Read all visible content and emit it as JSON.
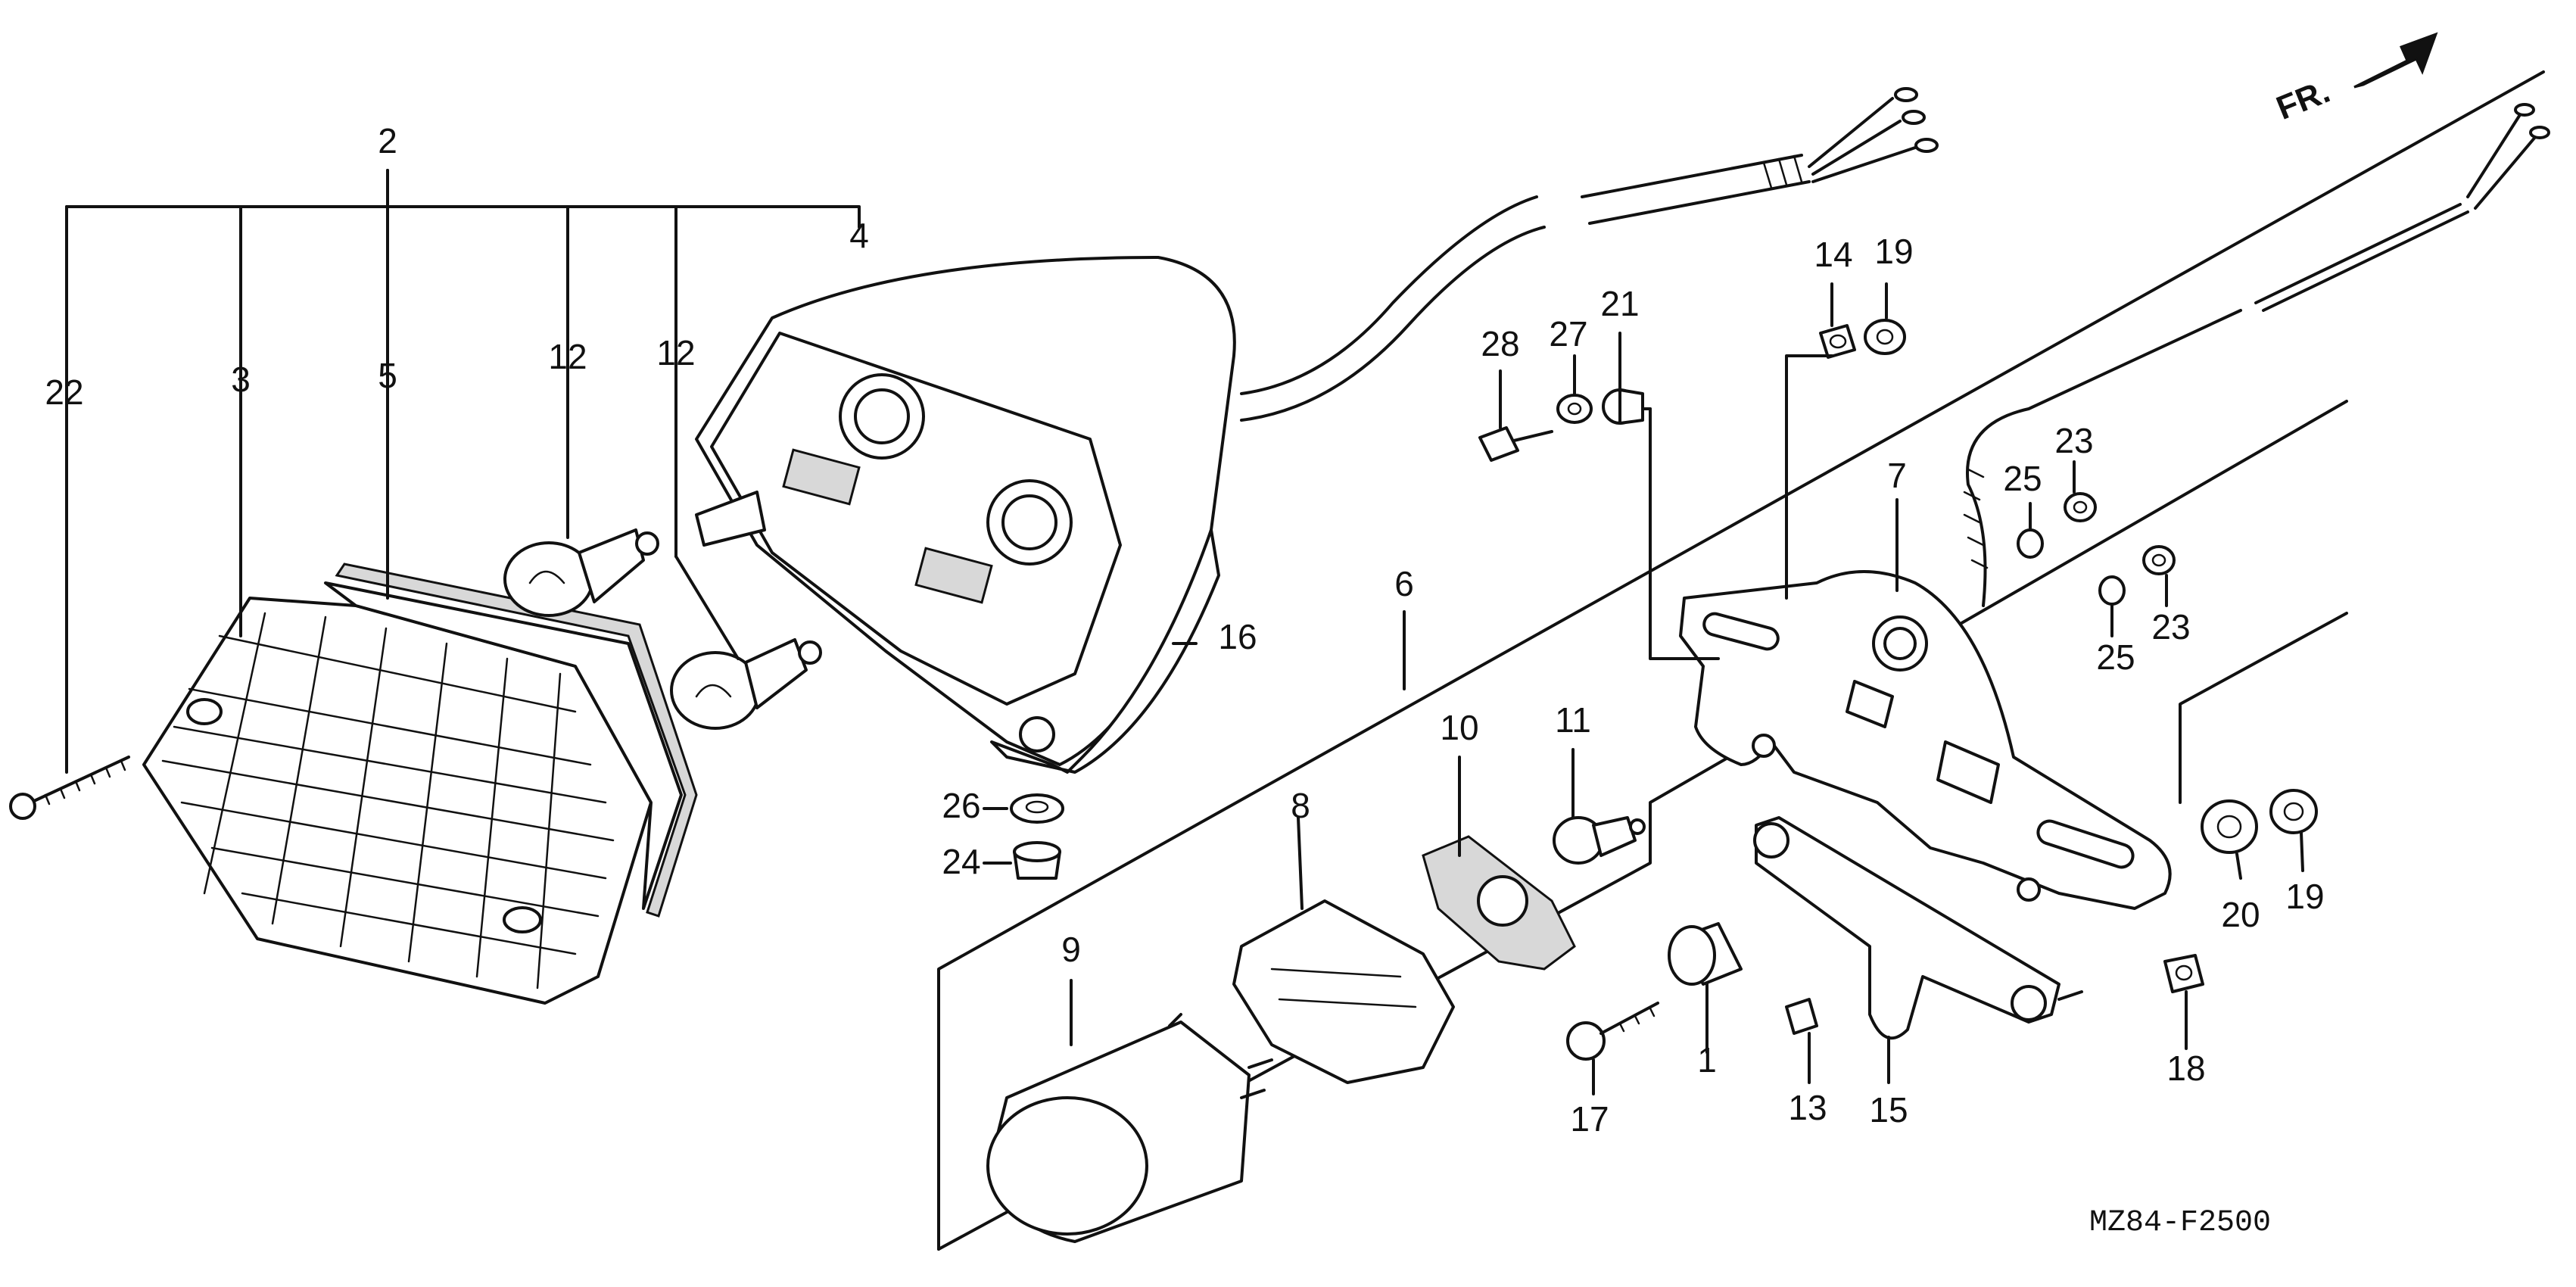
{
  "diagram": {
    "figure_code": "MZ84-F2500",
    "direction_label": "FR.",
    "callouts": [
      {
        "id": "c2",
        "text": "2"
      },
      {
        "id": "c22",
        "text": "22"
      },
      {
        "id": "c3",
        "text": "3"
      },
      {
        "id": "c5",
        "text": "5"
      },
      {
        "id": "c12a",
        "text": "12"
      },
      {
        "id": "c12b",
        "text": "12"
      },
      {
        "id": "c4",
        "text": "4"
      },
      {
        "id": "c16",
        "text": "16"
      },
      {
        "id": "c26",
        "text": "26"
      },
      {
        "id": "c24",
        "text": "24"
      },
      {
        "id": "c6",
        "text": "6"
      },
      {
        "id": "c10",
        "text": "10"
      },
      {
        "id": "c11",
        "text": "11"
      },
      {
        "id": "c8",
        "text": "8"
      },
      {
        "id": "c9",
        "text": "9"
      },
      {
        "id": "c28",
        "text": "28"
      },
      {
        "id": "c27",
        "text": "27"
      },
      {
        "id": "c21",
        "text": "21"
      },
      {
        "id": "c14",
        "text": "14"
      },
      {
        "id": "c19a",
        "text": "19"
      },
      {
        "id": "c7",
        "text": "7"
      },
      {
        "id": "c25a",
        "text": "25"
      },
      {
        "id": "c23a",
        "text": "23"
      },
      {
        "id": "c25b",
        "text": "25"
      },
      {
        "id": "c23b",
        "text": "23"
      },
      {
        "id": "c20",
        "text": "20"
      },
      {
        "id": "c19b",
        "text": "19"
      },
      {
        "id": "c18",
        "text": "18"
      },
      {
        "id": "c1",
        "text": "1"
      },
      {
        "id": "c13",
        "text": "13"
      },
      {
        "id": "c15",
        "text": "15"
      },
      {
        "id": "c17",
        "text": "17"
      }
    ]
  }
}
